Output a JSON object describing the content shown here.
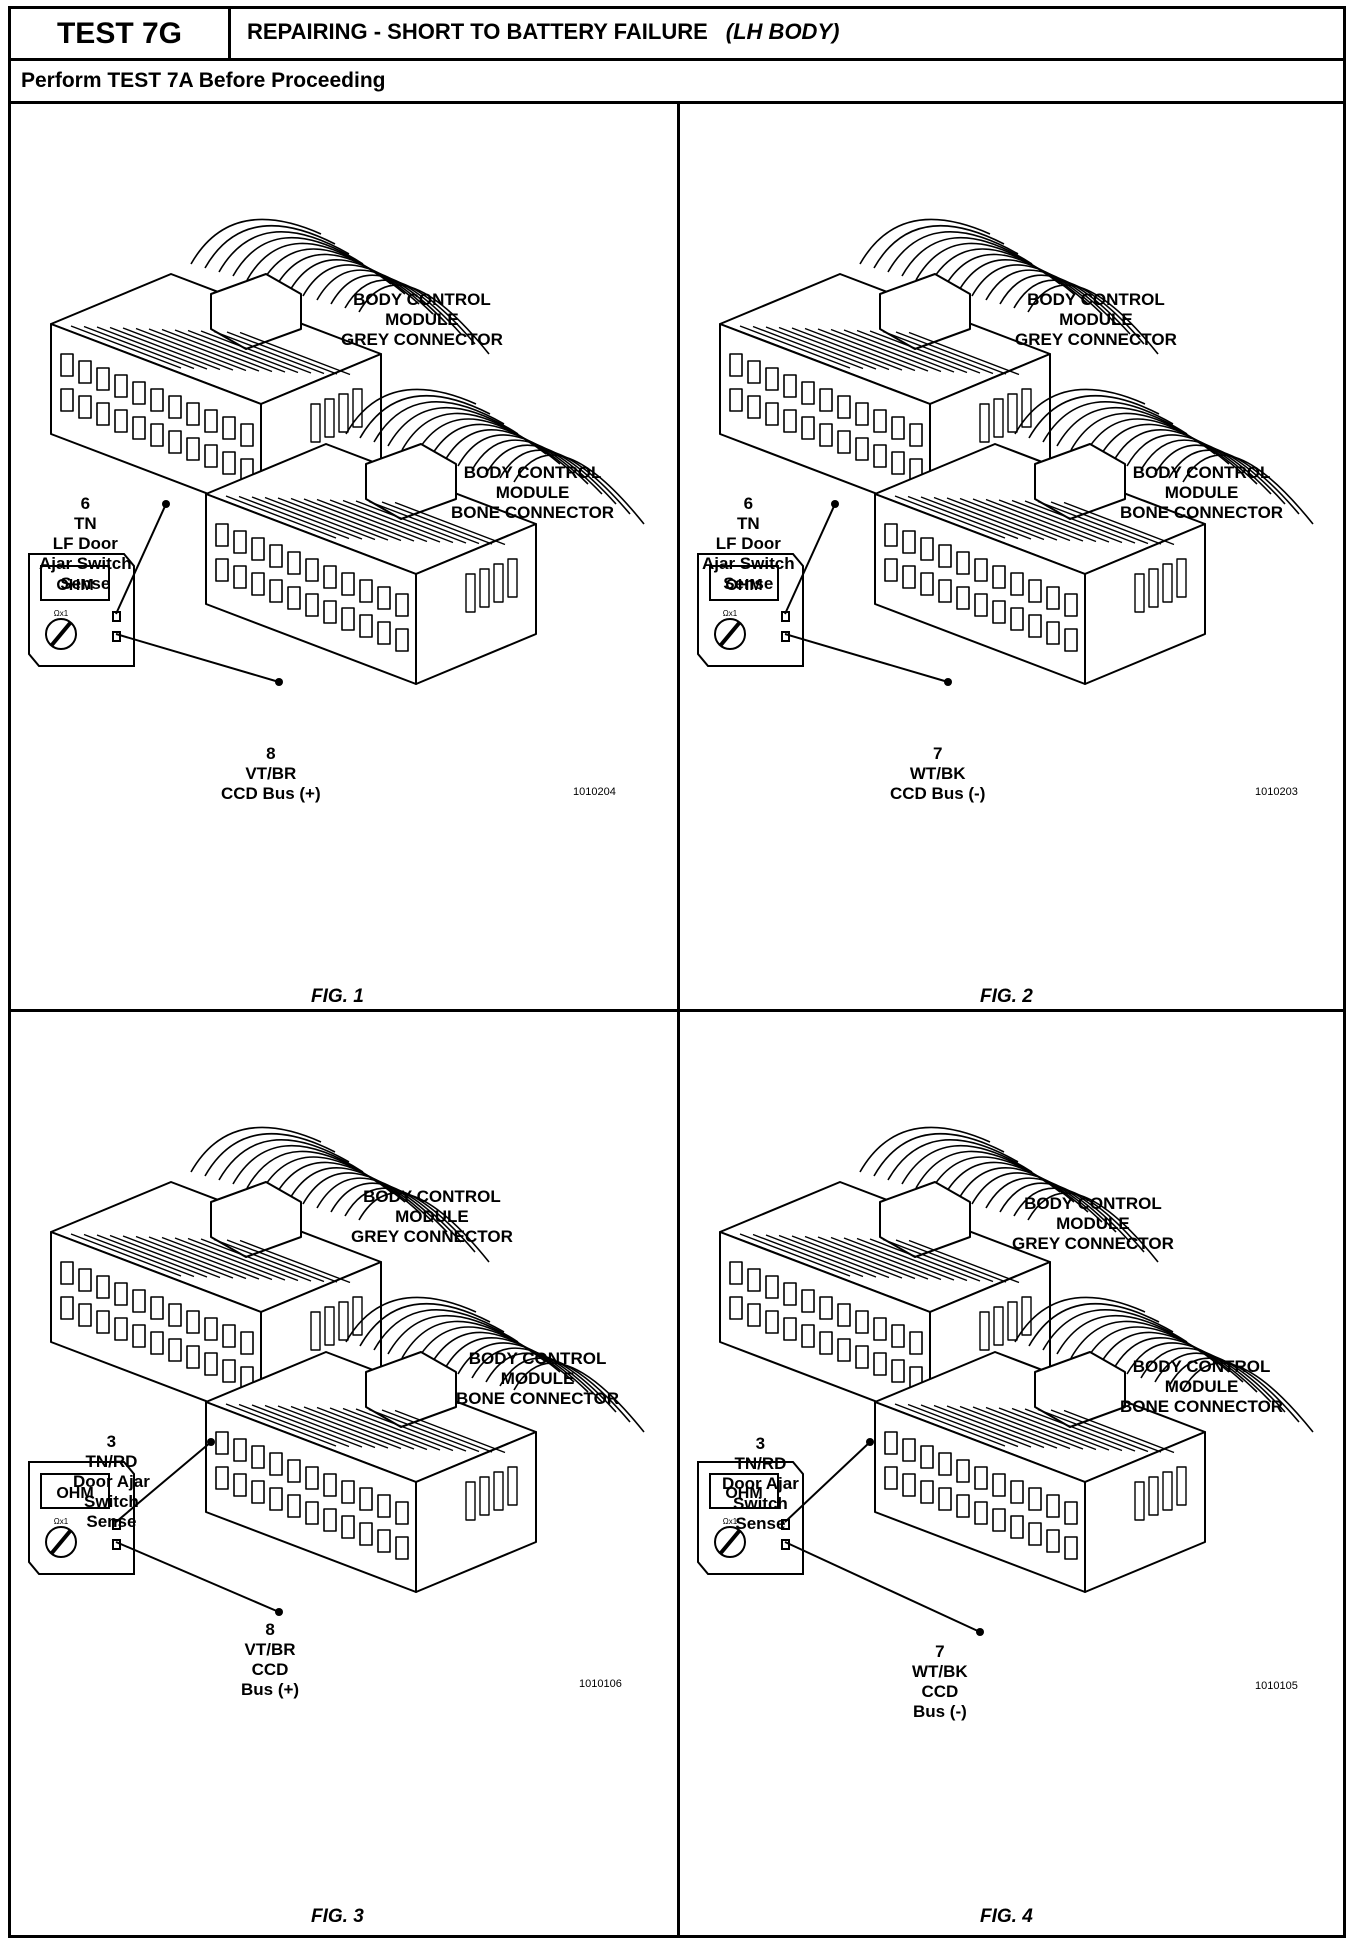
{
  "header": {
    "test_id": "TEST 7G",
    "title": "REPAIRING - SHORT TO BATTERY FAILURE",
    "title_qualifier": "(LH BODY)",
    "subheader": "Perform TEST 7A Before Proceeding"
  },
  "meter": {
    "display": "OHM",
    "range": "Ωx1"
  },
  "figures": [
    {
      "caption": "FIG. 1",
      "grey_connector": [
        "BODY CONTROL",
        "MODULE",
        "GREY CONNECTOR"
      ],
      "bone_connector": [
        "BODY CONTROL",
        "MODULE",
        "BONE CONNECTOR"
      ],
      "probe1": [
        "6",
        "TN",
        "LF Door",
        "Ajar Switch",
        "Sense"
      ],
      "probe2": [
        "8",
        "VT/BR",
        "CCD Bus (+)"
      ],
      "ref": "1010204"
    },
    {
      "caption": "FIG. 2",
      "grey_connector": [
        "BODY CONTROL",
        "MODULE",
        "GREY CONNECTOR"
      ],
      "bone_connector": [
        "BODY CONTROL",
        "MODULE",
        "BONE CONNECTOR"
      ],
      "probe1": [
        "6",
        "TN",
        "LF Door",
        "Ajar Switch",
        "Sense"
      ],
      "probe2": [
        "7",
        "WT/BK",
        "CCD Bus (-)"
      ],
      "ref": "1010203"
    },
    {
      "caption": "FIG. 3",
      "grey_connector": [
        "BODY CONTROL",
        "MODULE",
        "GREY CONNECTOR"
      ],
      "bone_connector": [
        "BODY CONTROL",
        "MODULE",
        "BONE CONNECTOR"
      ],
      "probe1": [
        "3",
        "TN/RD",
        "Door Ajar",
        "Switch",
        "Sense"
      ],
      "probe2": [
        "8",
        "VT/BR",
        "CCD",
        "Bus (+)"
      ],
      "ref": "1010106"
    },
    {
      "caption": "FIG. 4",
      "grey_connector": [
        "BODY CONTROL",
        "MODULE",
        "GREY CONNECTOR"
      ],
      "bone_connector": [
        "BODY CONTROL",
        "MODULE",
        "BONE CONNECTOR"
      ],
      "probe1": [
        "3",
        "TN/RD",
        "Door Ajar",
        "Switch",
        "Sense"
      ],
      "probe2": [
        "7",
        "WT/BK",
        "CCD",
        "Bus (-)"
      ],
      "ref": "1010105"
    }
  ]
}
